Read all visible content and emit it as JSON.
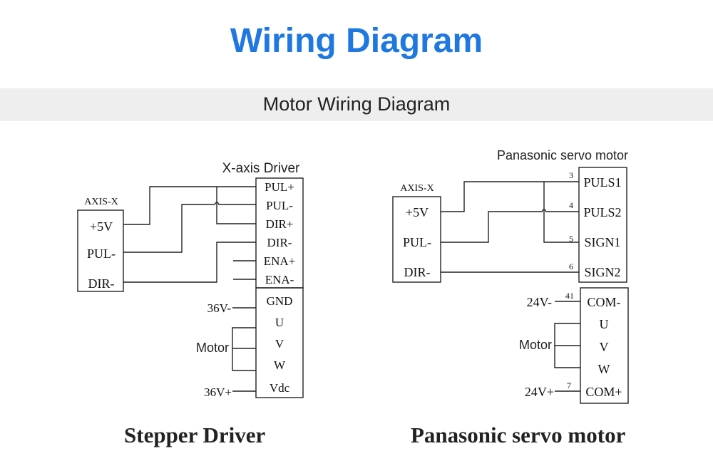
{
  "header": {
    "title": "Wiring Diagram",
    "subtitle": "Motor Wiring Diagram",
    "title_color": "#1f78e0"
  },
  "stepper": {
    "caption": "Stepper Driver",
    "driver_title": "X-axis Driver",
    "controller": {
      "label": "AXIS-X",
      "pins": [
        "+5V",
        "PUL-",
        "DIR-"
      ]
    },
    "driver_signal_pins": [
      "PUL+",
      "PUL-",
      "DIR+",
      "DIR-",
      "ENA+",
      "ENA-"
    ],
    "driver_power_pins": [
      "GND",
      "U",
      "V",
      "W",
      "Vdc"
    ],
    "power_neg_label": "36V-",
    "power_pos_label": "36V+",
    "motor_label": "Motor"
  },
  "servo": {
    "caption": "Panasonic servo motor",
    "driver_title": "Panasonic servo motor",
    "controller": {
      "label": "AXIS-X",
      "pins": [
        "+5V",
        "PUL-",
        "DIR-"
      ]
    },
    "signal_pins": [
      "PULS1",
      "PULS2",
      "SIGN1",
      "SIGN2"
    ],
    "signal_pin_numbers": [
      "3",
      "4",
      "5",
      "6"
    ],
    "power_pins": [
      "COM-",
      "U",
      "V",
      "W",
      "COM+"
    ],
    "power_pin_numbers": [
      "41",
      "7"
    ],
    "power_neg_label": "24V-",
    "power_pos_label": "24V+",
    "motor_label": "Motor"
  }
}
